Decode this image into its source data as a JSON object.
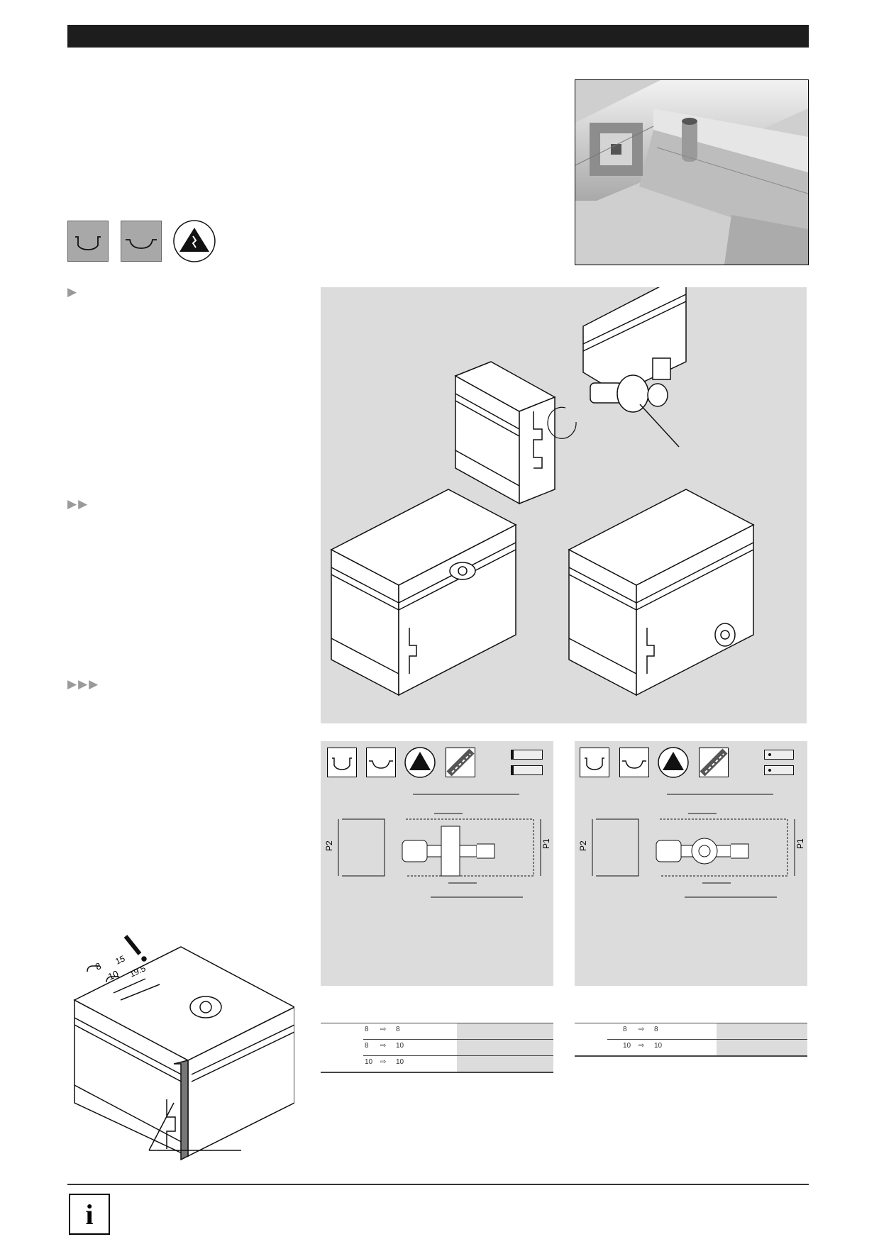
{
  "bullets": {
    "b1": "▶",
    "b2": "▶▶",
    "b3": "▶▶▶"
  },
  "icons": {
    "top": [
      "slot-8-icon",
      "slot-10-icon",
      "esd-warning-icon"
    ],
    "spec_left": [
      "slot-8-icon",
      "slot-10-icon",
      "esd-warning-icon",
      "drill-icon"
    ],
    "spec_right": [
      "slot-8-icon",
      "slot-10-icon",
      "esd-warning-icon",
      "drill-icon"
    ]
  },
  "labels": {
    "p1": "P1",
    "p2": "P2",
    "sign15": "15",
    "sign195": "19.5",
    "num8": "8",
    "num10": "10",
    "exclamation": "!",
    "info": "i"
  },
  "tables": {
    "left": [
      {
        "from": "8",
        "to": "8"
      },
      {
        "from": "8",
        "to": "10"
      },
      {
        "from": "10",
        "to": "10"
      }
    ],
    "right": [
      {
        "from": "8",
        "to": "8"
      },
      {
        "from": "10",
        "to": "10"
      }
    ],
    "arrow": "⇨"
  }
}
